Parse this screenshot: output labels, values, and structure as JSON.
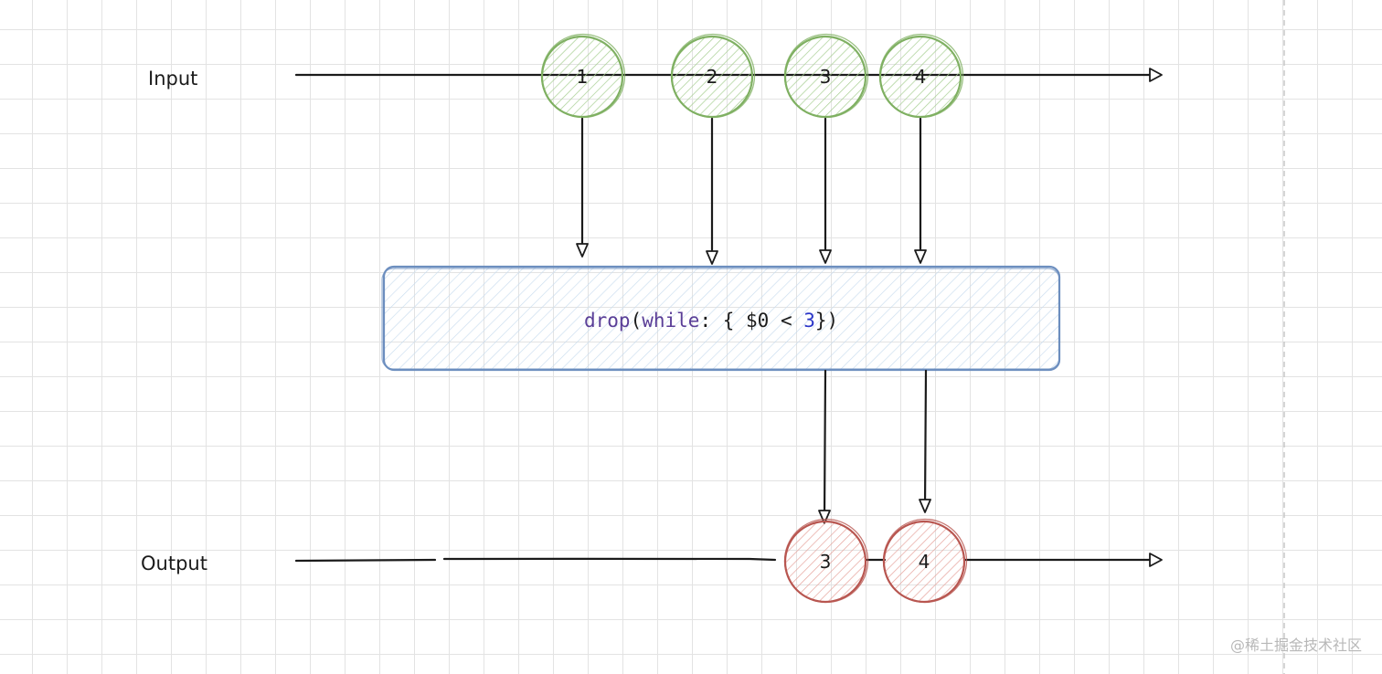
{
  "input": {
    "label": "Input",
    "values": [
      "1",
      "2",
      "3",
      "4"
    ]
  },
  "operator": {
    "fn": "drop",
    "open": "(",
    "kw": "while",
    "mid": ": { $0 < ",
    "num": "3",
    "close": "})"
  },
  "output": {
    "label": "Output",
    "values": [
      "3",
      "4"
    ]
  },
  "watermark": "@稀土掘金技术社区",
  "colors": {
    "input_stroke": "#7fb062",
    "input_fill": "#cfe7c0",
    "output_stroke": "#b85650",
    "output_fill": "#f2c2bd",
    "operator_stroke": "#6c8ebf",
    "operator_fill": "#c6dcf2",
    "dashed_line": "#c8c8c8"
  }
}
